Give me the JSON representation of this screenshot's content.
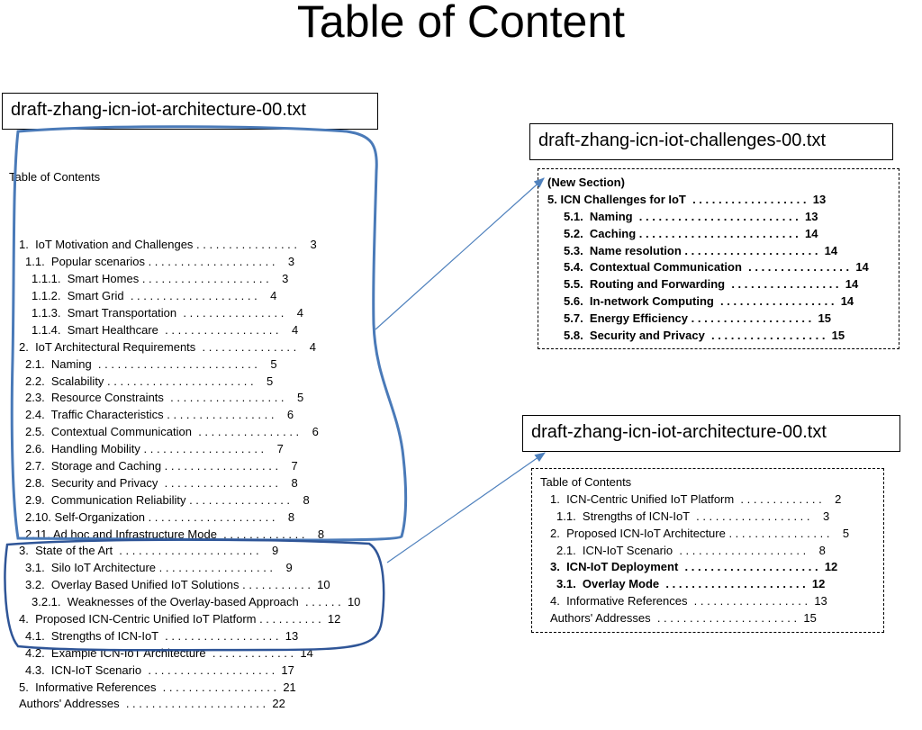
{
  "title": "Table of Content",
  "left_doc": {
    "name": "draft-zhang-icn-iot-architecture-00.txt",
    "toc_heading": "Table of Contents",
    "entries": [
      {
        "level": 0,
        "text": ""
      },
      {
        "level": 1,
        "text": "1.  IoT Motivation and Challenges . . . . . . . . . . . . . . . .    3"
      },
      {
        "level": 2,
        "text": "1.1.  Popular scenarios . . . . . . . . . . . . . . . . . . . .    3"
      },
      {
        "level": 3,
        "text": "1.1.1.  Smart Homes . . . . . . . . . . . . . . . . . . . .    3"
      },
      {
        "level": 3,
        "text": "1.1.2.  Smart Grid  . . . . . . . . . . . . . . . . . . . .    4"
      },
      {
        "level": 3,
        "text": "1.1.3.  Smart Transportation  . . . . . . . . . . . . . . . .    4"
      },
      {
        "level": 3,
        "text": "1.1.4.  Smart Healthcare  . . . . . . . . . . . . . . . . . .    4"
      },
      {
        "level": 1,
        "text": "2.  IoT Architectural Requirements  . . . . . . . . . . . . . . .    4"
      },
      {
        "level": 2,
        "text": "2.1.  Naming  . . . . . . . . . . . . . . . . . . . . . . . . .    5"
      },
      {
        "level": 2,
        "text": "2.2.  Scalability . . . . . . . . . . . . . . . . . . . . . . .    5"
      },
      {
        "level": 2,
        "text": "2.3.  Resource Constraints  . . . . . . . . . . . . . . . . . .    5"
      },
      {
        "level": 2,
        "text": "2.4.  Traffic Characteristics . . . . . . . . . . . . . . . . .    6"
      },
      {
        "level": 2,
        "text": "2.5.  Contextual Communication  . . . . . . . . . . . . . . . .    6"
      },
      {
        "level": 2,
        "text": "2.6.  Handling Mobility . . . . . . . . . . . . . . . . . . .    7"
      },
      {
        "level": 2,
        "text": "2.7.  Storage and Caching . . . . . . . . . . . . . . . . . .    7"
      },
      {
        "level": 2,
        "text": "2.8.  Security and Privacy  . . . . . . . . . . . . . . . . . .    8"
      },
      {
        "level": 2,
        "text": "2.9.  Communication Reliability . . . . . . . . . . . . . . . .    8"
      },
      {
        "level": 2,
        "text": "2.10. Self-Organization . . . . . . . . . . . . . . . . . . . .    8"
      },
      {
        "level": 2,
        "text": "2.11. Ad hoc and Infrastructure Mode  . . . . . . . . . . . . .    8"
      },
      {
        "level": 1,
        "text": "3.  State of the Art  . . . . . . . . . . . . . . . . . . . . . .    9"
      },
      {
        "level": 2,
        "text": "3.1.  Silo IoT Architecture . . . . . . . . . . . . . . . . . .    9"
      },
      {
        "level": 2,
        "text": "3.2.  Overlay Based Unified IoT Solutions . . . . . . . . . . .  10"
      },
      {
        "level": 3,
        "text": "3.2.1.  Weaknesses of the Overlay-based Approach  . . . . . .  10"
      },
      {
        "level": 1,
        "text": "4.  Proposed ICN-Centric Unified IoT Platform . . . . . . . . . .  12"
      },
      {
        "level": 2,
        "text": "4.1.  Strengths of ICN-IoT  . . . . . . . . . . . . . . . . . .  13"
      },
      {
        "level": 2,
        "text": "4.2.  Example ICN-IoT Architecture  . . . . . . . . . . . . .  14"
      },
      {
        "level": 2,
        "text": "4.3.  ICN-IoT Scenario  . . . . . . . . . . . . . . . . . . . .  17"
      },
      {
        "level": 1,
        "text": "5.  Informative References  . . . . . . . . . . . . . . . . . .  21"
      },
      {
        "level": 1,
        "text": "Authors' Addresses  . . . . . . . . . . . . . . . . . . . . . .  22"
      }
    ]
  },
  "challenges_doc": {
    "name": "draft-zhang-icn-iot-challenges-00.txt",
    "entries": [
      {
        "indent": 0,
        "text": "(New Section)"
      },
      {
        "indent": 0,
        "text": "5. ICN Challenges for IoT  . . . . . . . . . . . . . . . . . .  13"
      },
      {
        "indent": 1,
        "text": "5.1.  Naming  . . . . . . . . . . . . . . . . . . . . . . . . .  13"
      },
      {
        "indent": 1,
        "text": "5.2.  Caching . . . . . . . . . . . . . . . . . . . . . . . . .  14"
      },
      {
        "indent": 1,
        "text": "5.3.  Name resolution . . . . . . . . . . . . . . . . . . . . .  14"
      },
      {
        "indent": 1,
        "text": "5.4.  Contextual Communication  . . . . . . . . . . . . . . . .  14"
      },
      {
        "indent": 1,
        "text": "5.5.  Routing and Forwarding  . . . . . . . . . . . . . . . . .  14"
      },
      {
        "indent": 1,
        "text": "5.6.  In-network Computing  . . . . . . . . . . . . . . . . . .  14"
      },
      {
        "indent": 1,
        "text": "5.7.  Energy Efficiency . . . . . . . . . . . . . . . . . . .  15"
      },
      {
        "indent": 1,
        "text": "5.8.  Security and Privacy  . . . . . . . . . . . . . . . . . .  15"
      }
    ]
  },
  "new_arch_doc": {
    "name": "draft-zhang-icn-iot-architecture-00.txt",
    "entries": [
      {
        "indent": 0,
        "bold": false,
        "text": "Table of Contents"
      },
      {
        "indent": 1,
        "bold": false,
        "text": "1.  ICN-Centric Unified IoT Platform  . . . . . . . . . . . . .    2"
      },
      {
        "indent": 2,
        "bold": false,
        "text": "1.1.  Strengths of ICN-IoT  . . . . . . . . . . . . . . . . . .    3"
      },
      {
        "indent": 1,
        "bold": false,
        "text": "2.  Proposed ICN-IoT Architecture . . . . . . . . . . . . . . . .    5"
      },
      {
        "indent": 2,
        "bold": false,
        "text": "2.1.  ICN-IoT Scenario  . . . . . . . . . . . . . . . . . . . .    8"
      },
      {
        "indent": 1,
        "bold": true,
        "text": "3.  ICN-IoT Deployment  . . . . . . . . . . . . . . . . . . . . .  12"
      },
      {
        "indent": 2,
        "bold": true,
        "text": "3.1.  Overlay Mode  . . . . . . . . . . . . . . . . . . . . . .  12"
      },
      {
        "indent": 1,
        "bold": false,
        "text": "4.  Informative References  . . . . . . . . . . . . . . . . . .  13"
      },
      {
        "indent": 1,
        "bold": false,
        "text": "Authors' Addresses  . . . . . . . . . . . . . . . . . . . . . .  15"
      }
    ]
  },
  "colors": {
    "annotation_blue": "#4a7ab8",
    "arrow_blue": "#4f81bd"
  }
}
